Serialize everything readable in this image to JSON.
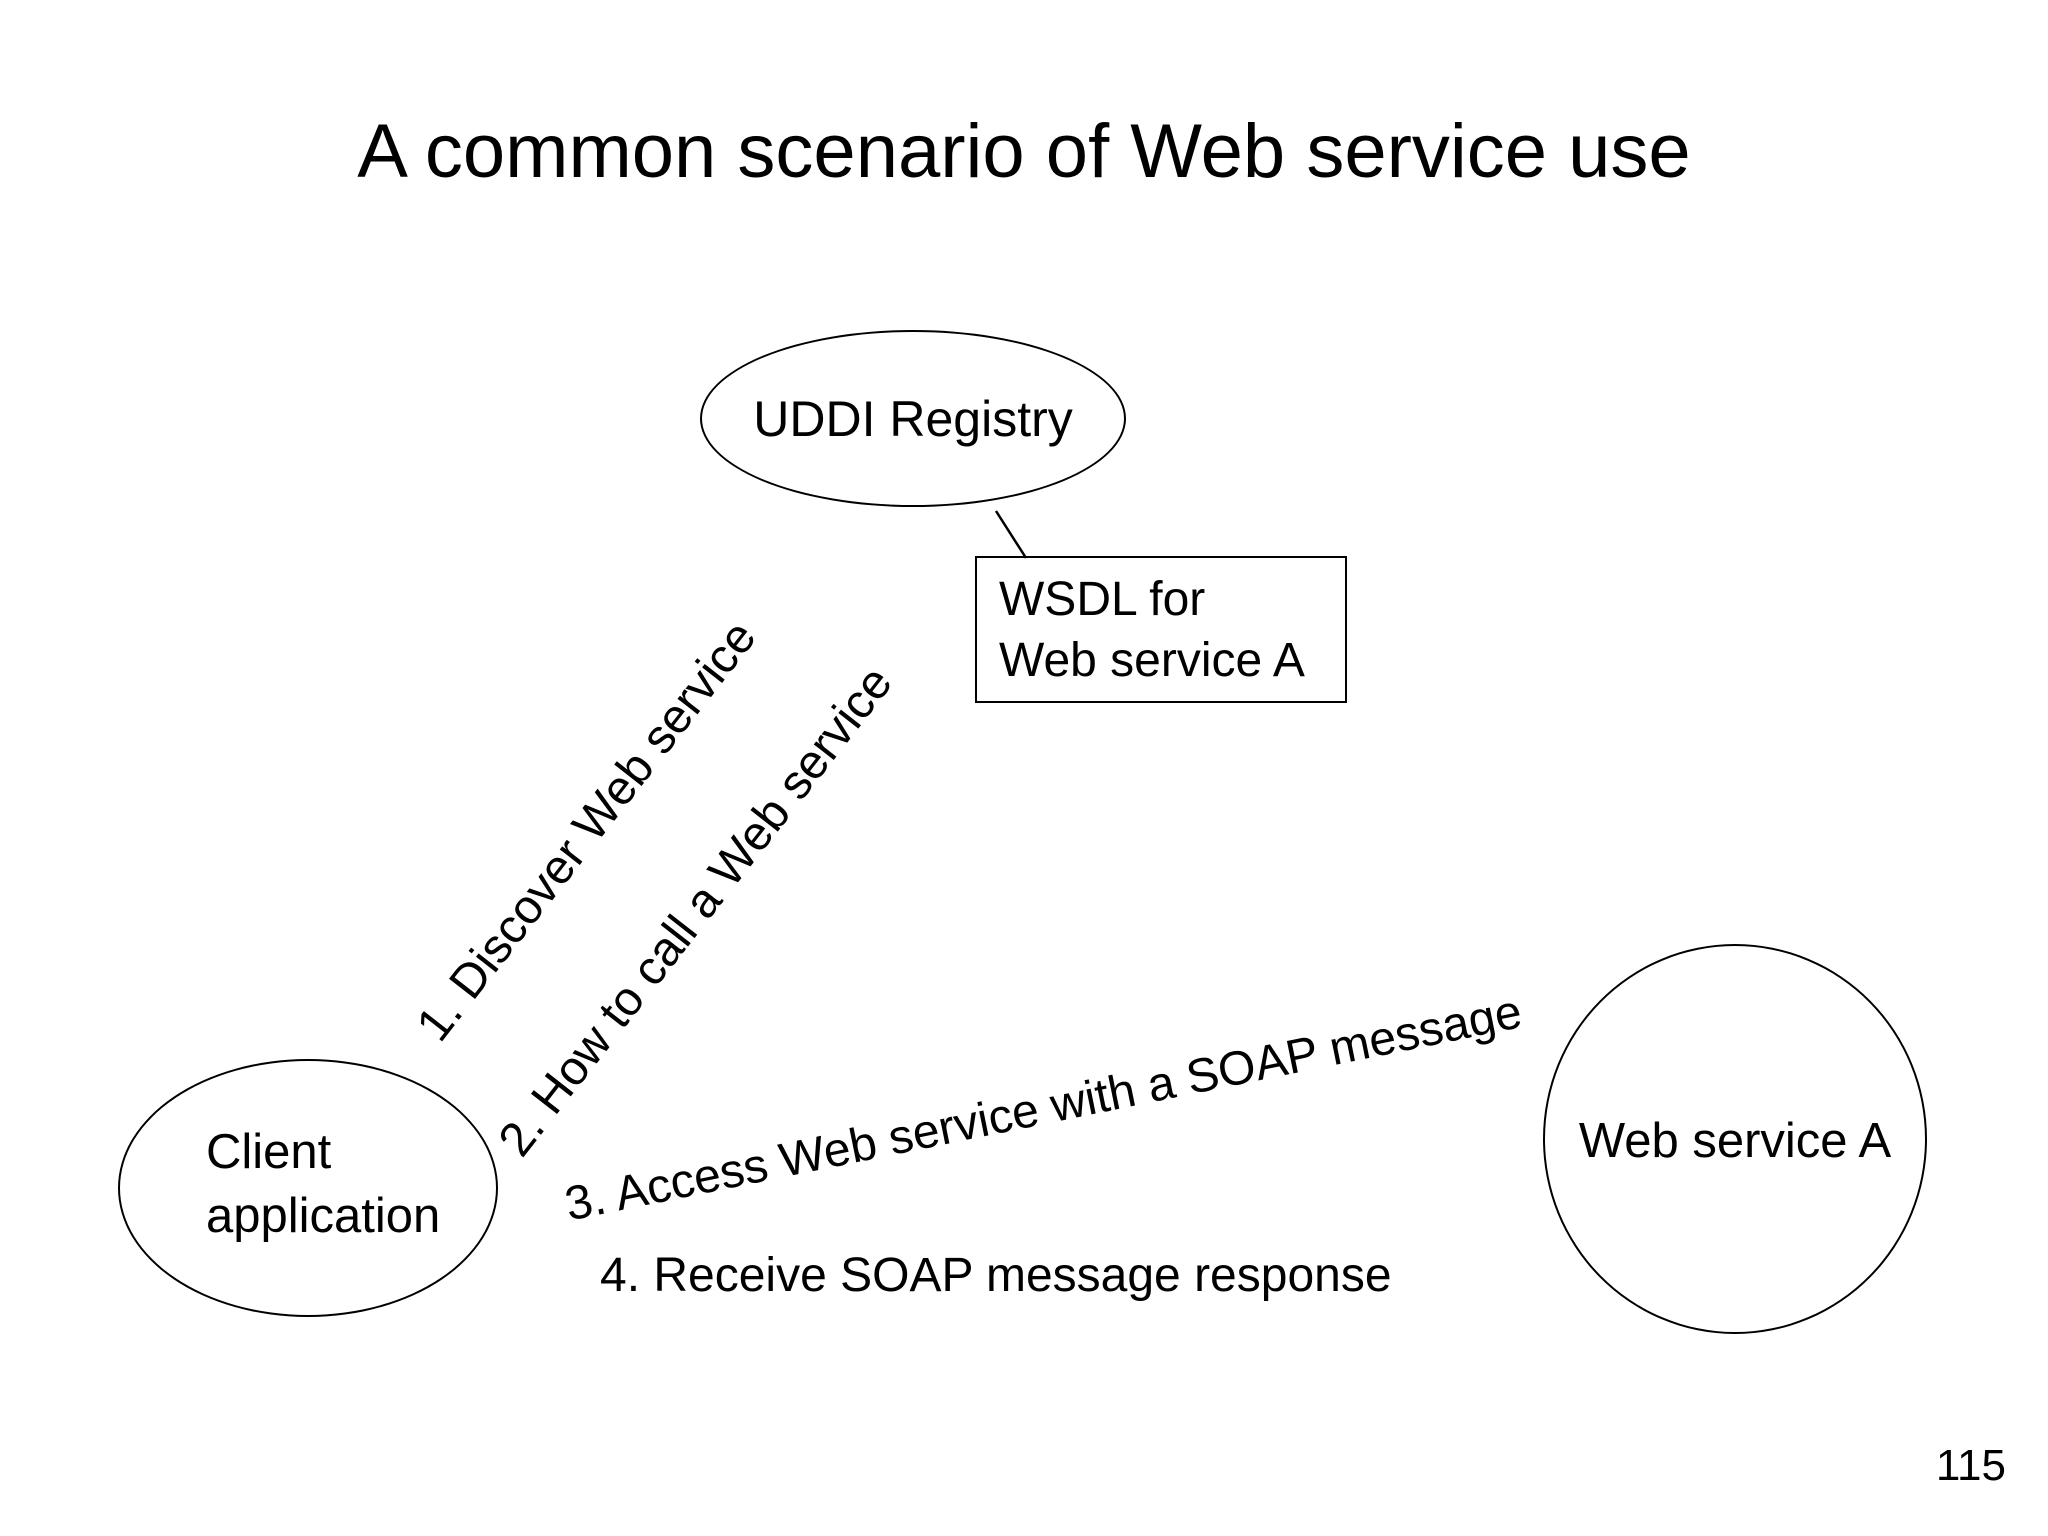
{
  "slide": {
    "title": "A common scenario of Web service use",
    "page_number": "115",
    "background_color": "#ffffff",
    "stroke_color": "#000000"
  },
  "nodes": [
    {
      "id": "uddi-registry",
      "shape": "ellipse",
      "label": "UDDI Registry"
    },
    {
      "id": "wsdl-document",
      "shape": "rectangle",
      "label": "WSDL for\nWeb service A"
    },
    {
      "id": "client-application",
      "shape": "ellipse",
      "label": "Client\napplication"
    },
    {
      "id": "web-service-a",
      "shape": "circle",
      "label": "Web service A"
    }
  ],
  "connectors": [
    {
      "id": "uddi-to-wsdl",
      "from": "uddi-registry",
      "to": "wsdl-document"
    }
  ],
  "steps": [
    {
      "number": "1.",
      "label": "1. Discover Web service",
      "rotation_deg": -52
    },
    {
      "number": "2.",
      "label": "2. How to call a Web service",
      "rotation_deg": -52
    },
    {
      "number": "3.",
      "label": "3. Access Web service with a SOAP message",
      "rotation_deg": -11.5
    },
    {
      "number": "4.",
      "label": "4. Receive SOAP message response",
      "rotation_deg": 0
    }
  ]
}
